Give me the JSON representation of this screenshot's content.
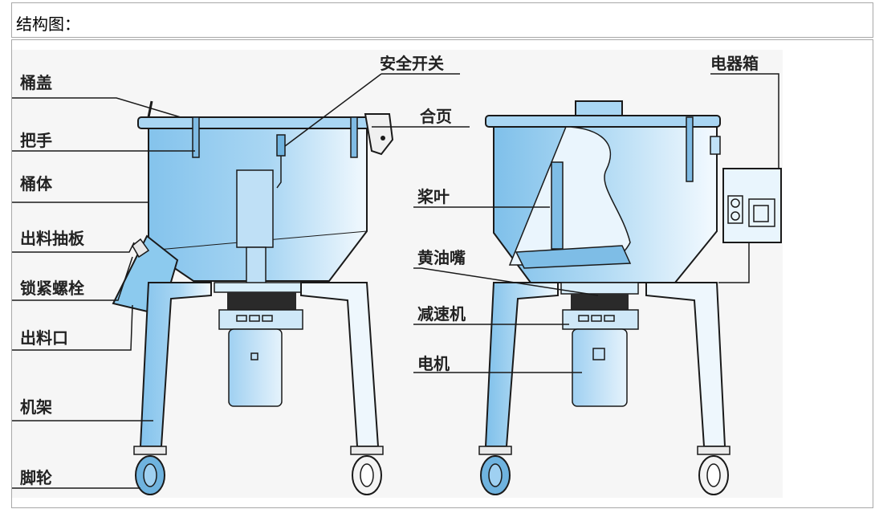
{
  "title": "结构图：",
  "labels": {
    "left": [
      "桶盖",
      "把手",
      "桶体",
      "出料抽板",
      "锁紧螺栓",
      "出料口",
      "机架",
      "脚轮"
    ],
    "top_center": "安全开关",
    "hinge": "合页",
    "electric_box": "电器箱",
    "middle": [
      "桨叶",
      "黄油嘴",
      "减速机",
      "电机"
    ]
  },
  "colors": {
    "body_fill_dark": "#8cc8ee",
    "body_fill_light": "#e8f4fc",
    "outline": "#1a1a1a",
    "background": "#f6f6f6",
    "border": "#a8a8a8"
  }
}
